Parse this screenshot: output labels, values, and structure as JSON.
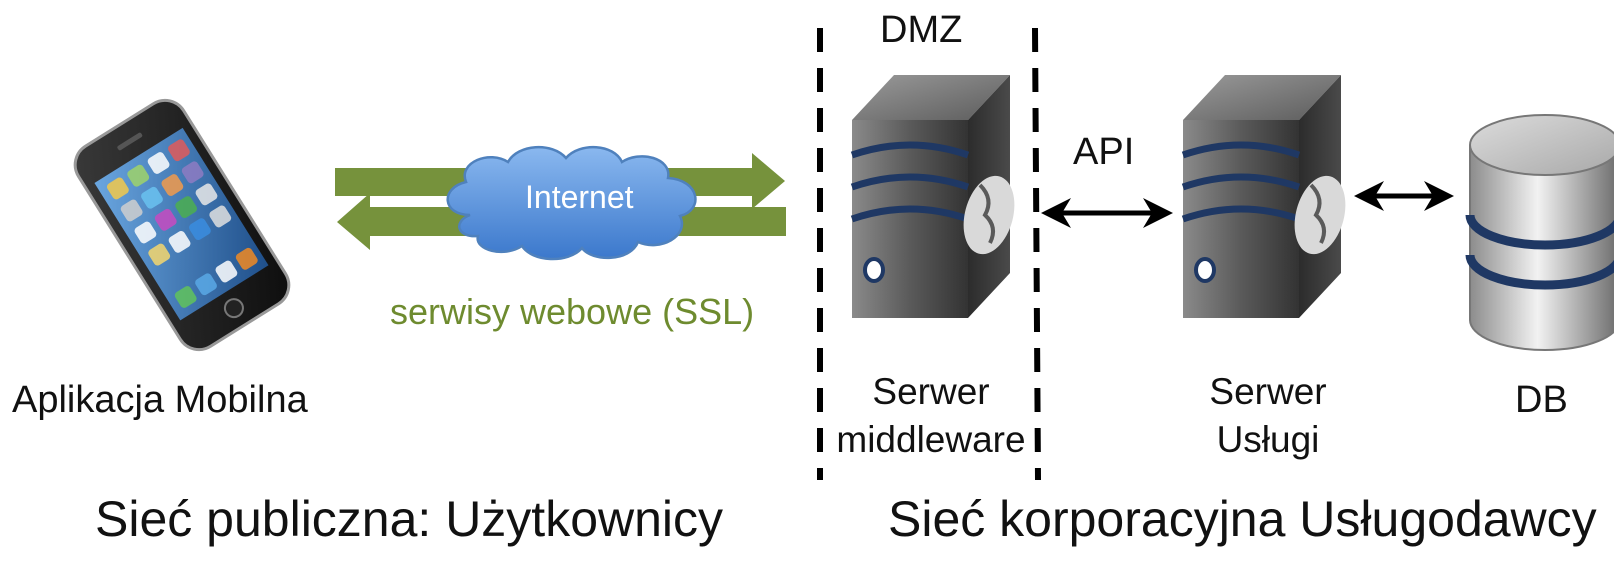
{
  "zones": {
    "dmz": "DMZ",
    "public_network": "Sieć publiczna: Użytkownicy",
    "corporate_network": "Sieć korporacyjna Usługodawcy"
  },
  "nodes": {
    "mobile_app": "Aplikacja Mobilna",
    "internet": "Internet",
    "middleware_server": [
      "Serwer",
      "middleware"
    ],
    "service_server": [
      "Serwer",
      "Usługi"
    ],
    "database": "DB"
  },
  "connections": {
    "web_services": "serwisy webowe (SSL)",
    "api": "API"
  },
  "colors": {
    "web_services_arrows": "#76923c",
    "cloud_fill": "#5b93db",
    "disk_stripe": "#1f3864",
    "server_body": "#4a4a4a"
  }
}
